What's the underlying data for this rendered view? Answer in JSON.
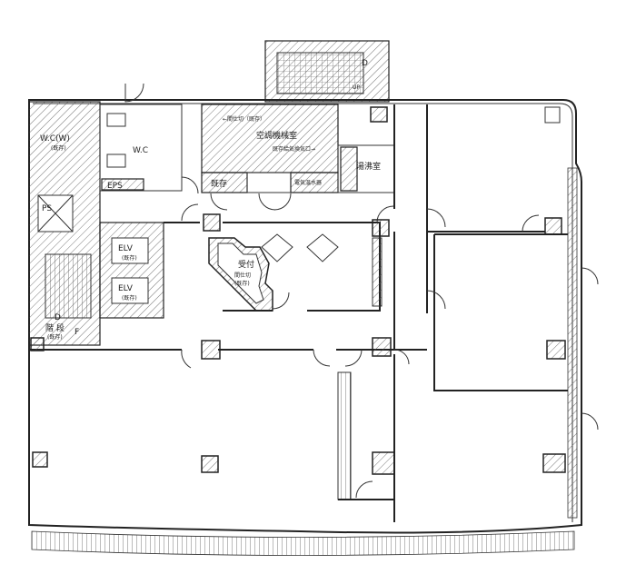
{
  "plan": {
    "labels": {
      "wc_w": "W.C(W)",
      "wc_w_sub": "(既存)",
      "wc": "W.C",
      "eps": "EPS",
      "ps": "PS",
      "elv1": "ELV",
      "elv1_sub": "(既存)",
      "elv2": "ELV",
      "elv2_sub": "(既存)",
      "stairs": "階 段",
      "stairs_sub": "(既存)",
      "stairs_d": "D",
      "stairs_f": "F",
      "mech_room": "空調機械室",
      "partition_top": "←間仕切（既存）",
      "existing_vent": "既存給気換気口→",
      "existing_small": "既存",
      "water_heater": "電気温水器",
      "kitchenette": "湯沸室",
      "reception": "受付",
      "partition": "間仕切",
      "partition_sub": "(既存)",
      "top_stair_d": "D",
      "top_stair_up": "UP"
    }
  }
}
